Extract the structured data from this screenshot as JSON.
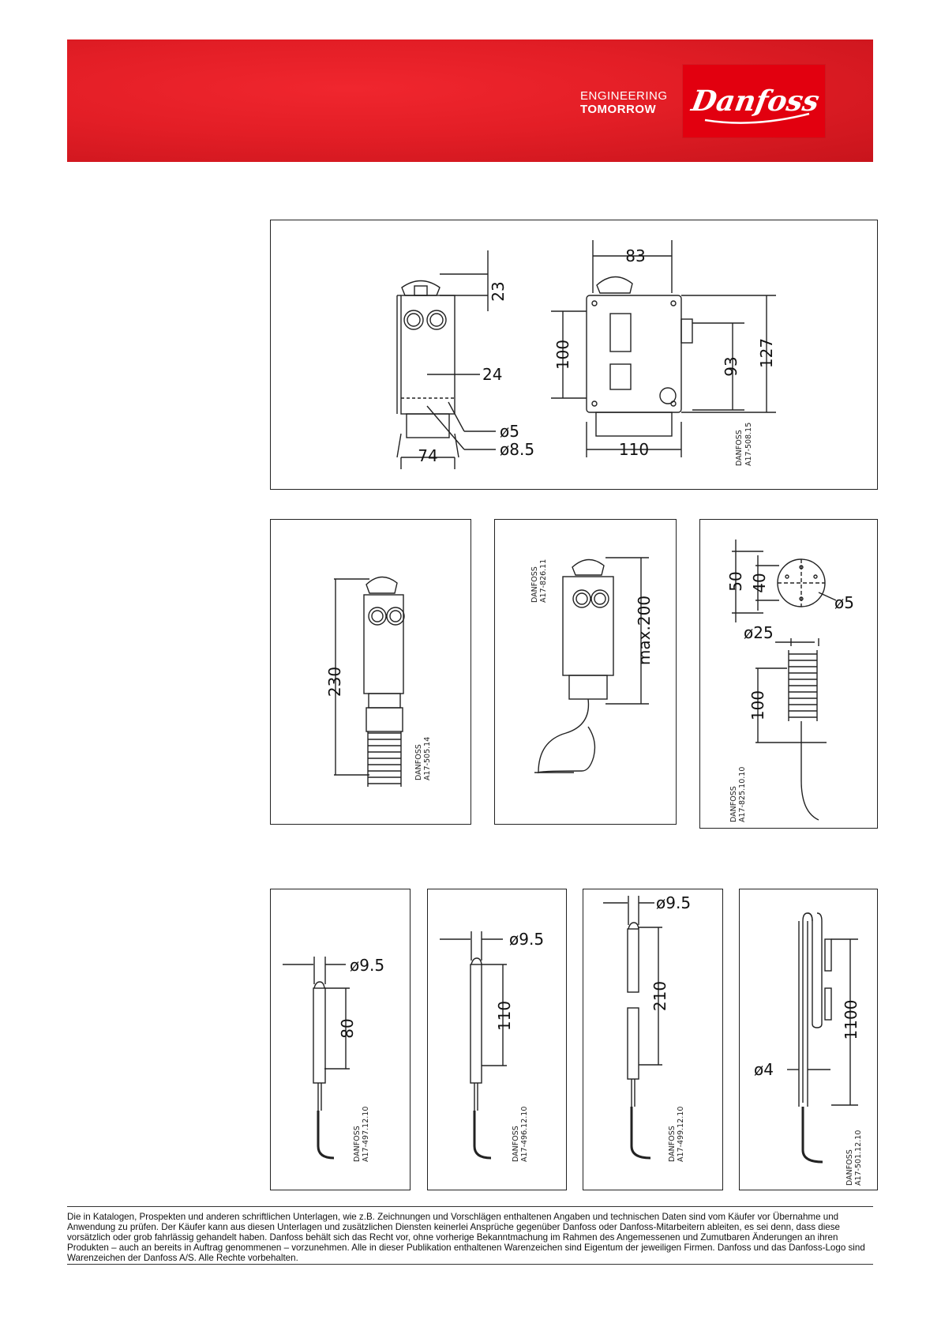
{
  "header": {
    "tagline_line1": "ENGINEERING",
    "tagline_line2": "TOMORROW",
    "logo_text": "Danfoss",
    "brand_color": "#e31e26"
  },
  "panels": {
    "p1": {
      "dims": [
        "23",
        "83",
        "100",
        "93",
        "127",
        "24",
        "ø5",
        "ø8.5",
        "74",
        "110"
      ],
      "code1": "DANFOSS",
      "code2": "A17-508.15"
    },
    "p2": {
      "dims": [
        "230"
      ],
      "code1": "DANFOSS",
      "code2": "A17-505.14"
    },
    "p3": {
      "dims": [
        "max.200"
      ],
      "code1": "DANFOSS",
      "code2": "A17-826.11"
    },
    "p4": {
      "dims": [
        "50",
        "40",
        "ø5",
        "ø25",
        "100"
      ],
      "code1": "DANFOSS",
      "code2": "A17-825.10.10"
    },
    "p5": {
      "dims": [
        "ø9.5",
        "80"
      ],
      "code1": "DANFOSS",
      "code2": "A17-497.12.10"
    },
    "p6": {
      "dims": [
        "ø9.5",
        "110"
      ],
      "code1": "DANFOSS",
      "code2": "A17-496.12.10"
    },
    "p7": {
      "dims": [
        "ø9.5",
        "210"
      ],
      "code1": "DANFOSS",
      "code2": "A17-499.12.10"
    },
    "p8": {
      "dims": [
        "1100",
        "ø4"
      ],
      "code1": "DANFOSS",
      "code2": "A17-501.12.10"
    }
  },
  "disclaimer": "Die in Katalogen, Prospekten und anderen schriftlichen Unterlagen, wie z.B. Zeichnungen und Vorschlägen enthaltenen Angaben und technischen Daten sind vom Käufer vor Übernahme und Anwendung zu prüfen. Der Käufer kann aus diesen Unterlagen und zusätzlichen Diensten keinerlei Ansprüche gegenüber Danfoss oder Danfoss-Mitarbeitern ableiten, es sei denn, dass diese vorsätzlich oder grob fahrlässig gehandelt haben. Danfoss behält sich das Recht vor, ohne vorherige Bekanntmachung im Rahmen des Angemessenen und Zumutbaren Änderungen an ihren Produkten – auch an bereits in Auftrag genommenen – vorzunehmen. Alle in dieser Publikation enthaltenen Warenzeichen sind Eigentum der jeweiligen Firmen. Danfoss und das Danfoss-Logo sind Warenzeichen der Danfoss A/S. Alle Rechte vorbehalten."
}
